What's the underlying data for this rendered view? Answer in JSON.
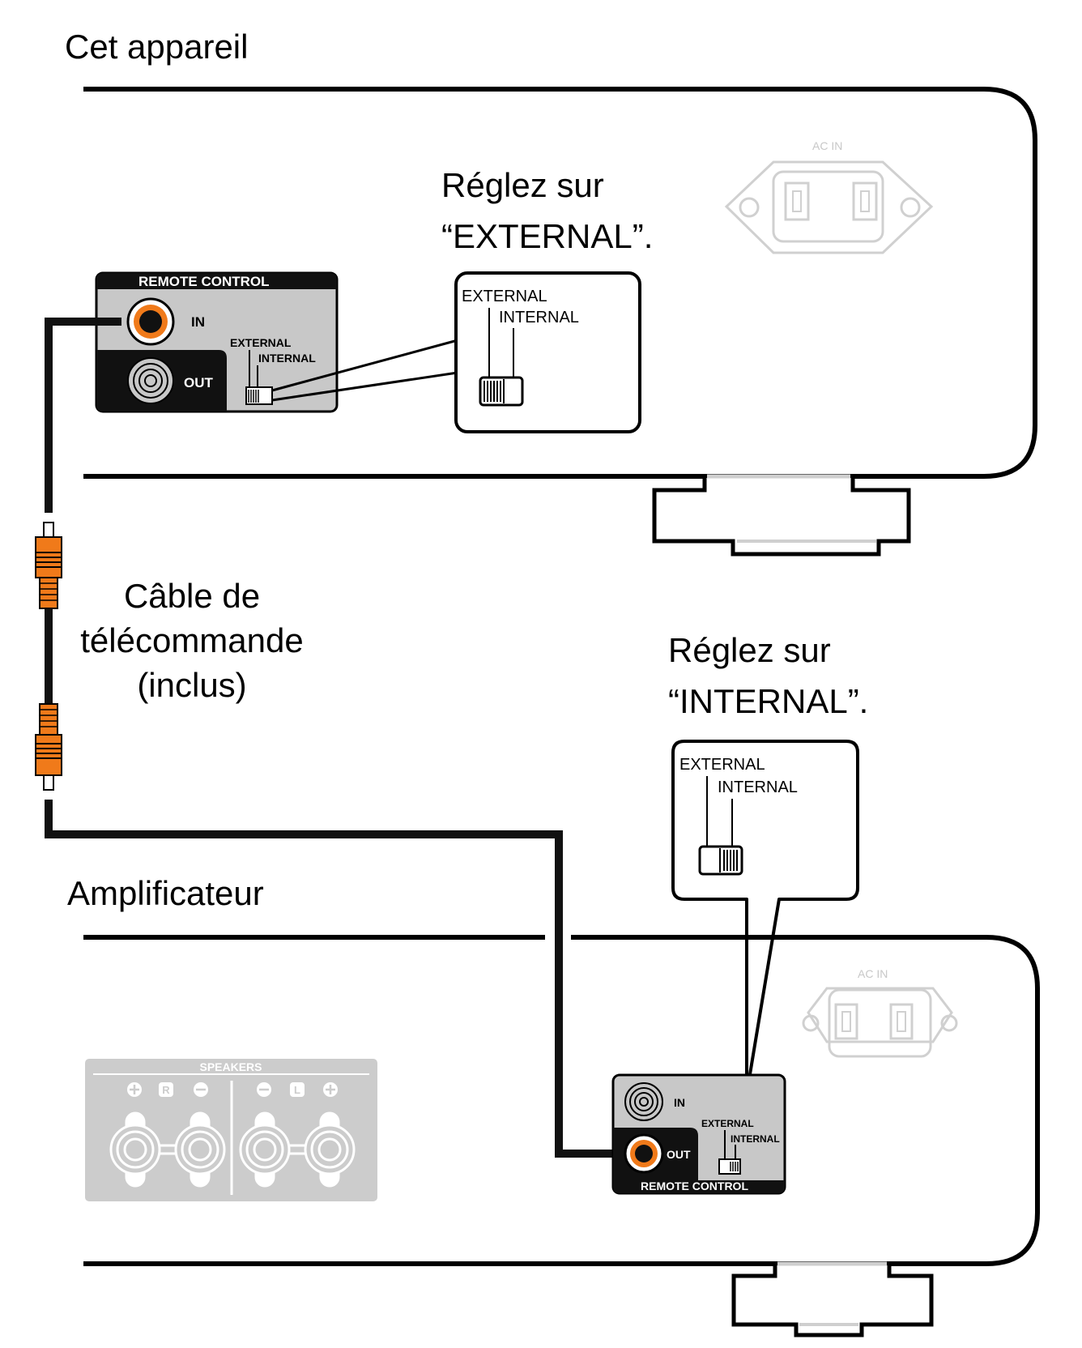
{
  "top_device": {
    "label": "Cet appareil",
    "ac_in": "AC IN"
  },
  "top_instruction": {
    "line1": "Réglez sur",
    "line2": "“EXTERNAL”."
  },
  "bottom_device": {
    "label": "Amplificateur",
    "ac_in": "AC IN"
  },
  "bottom_instruction": {
    "line1": "Réglez sur",
    "line2": "“INTERNAL”."
  },
  "cable_label": {
    "line1": "Câble de",
    "line2": "télécommande",
    "line3": "(inclus)"
  },
  "remote_panel": {
    "title": "REMOTE CONTROL",
    "in_label": "IN",
    "out_label": "OUT",
    "switch_external": "EXTERNAL",
    "switch_internal": "INTERNAL"
  },
  "zoom_switch": {
    "external": "EXTERNAL",
    "internal": "INTERNAL"
  },
  "speakers": {
    "title": "SPEAKERS",
    "right": "R",
    "left": "L"
  },
  "colors": {
    "cable": "#111111",
    "connector": "#f07a1a",
    "panel": "#c8c8c8",
    "faded": "#d0d0d0"
  }
}
